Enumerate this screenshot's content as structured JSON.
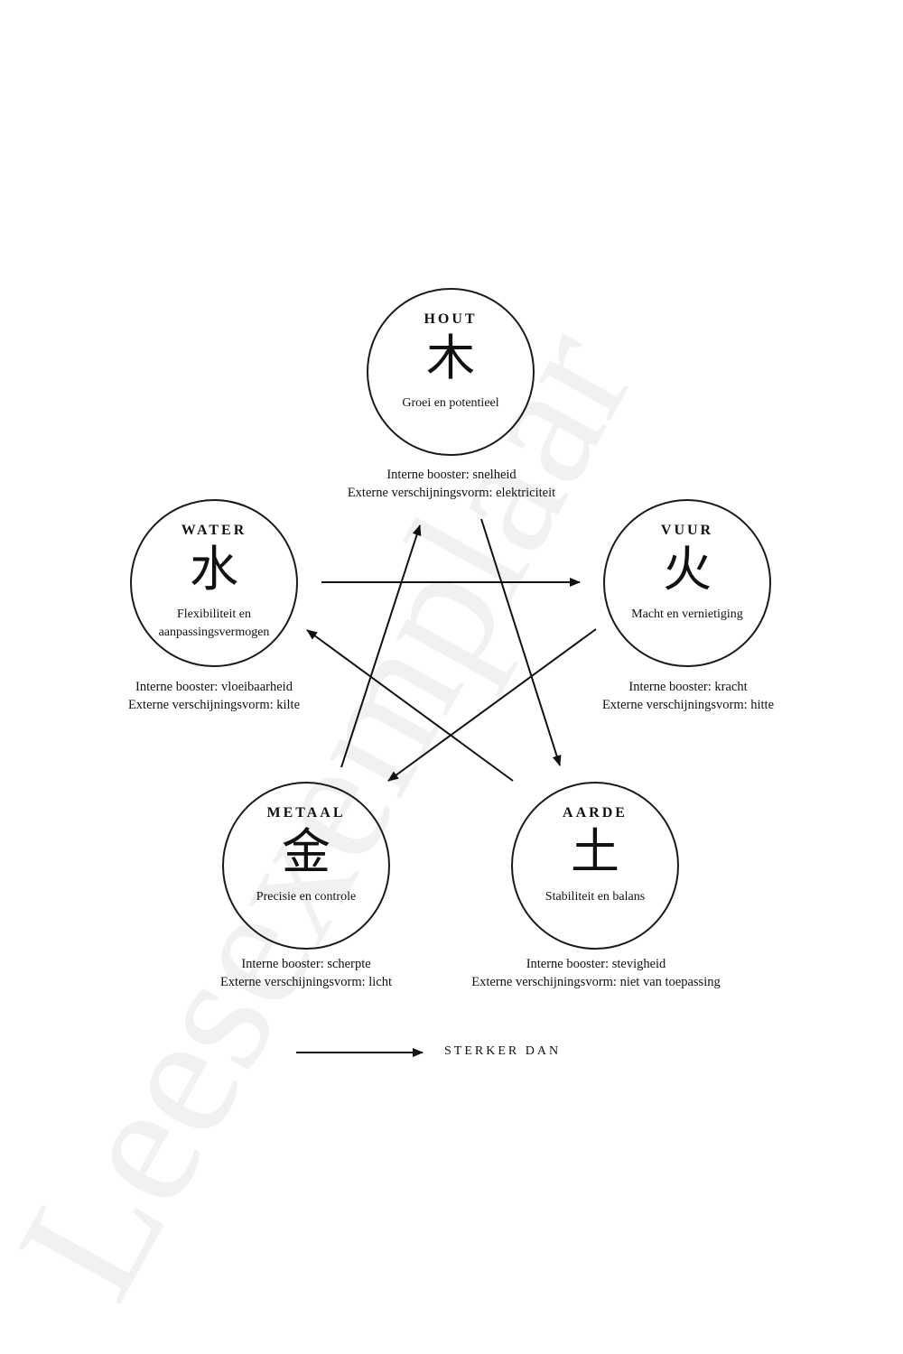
{
  "watermark": {
    "text": "Leesexemplaar"
  },
  "elements": [
    {
      "id": "hout",
      "title": "HOUT",
      "glyph": "木",
      "quality": "Groei en potentieel",
      "booster": "Interne booster: snelheid",
      "manifestation": "Externe verschijningsvorm: elektriciteit"
    },
    {
      "id": "vuur",
      "title": "VUUR",
      "glyph": "火",
      "quality": "Macht en vernietiging",
      "booster": "Interne booster: kracht",
      "manifestation": "Externe verschijningsvorm: hitte"
    },
    {
      "id": "aarde",
      "title": "AARDE",
      "glyph": "土",
      "quality": "Stabiliteit en balans",
      "booster": "Interne booster: stevigheid",
      "manifestation": "Externe verschijningsvorm: niet van toepassing"
    },
    {
      "id": "metaal",
      "title": "METAAL",
      "glyph": "金",
      "quality": "Precisie en controle",
      "booster": "Interne booster: scherpte",
      "manifestation": "Externe verschijningsvorm: licht"
    },
    {
      "id": "water",
      "title": "WATER",
      "glyph": "水",
      "quality": "Flexibiliteit en aanpassingsvermogen",
      "booster": "Interne booster: vloeibaarheid",
      "manifestation": "Externe verschijningsvorm: kilte"
    }
  ],
  "relations": [
    {
      "from": "hout",
      "to": "aarde"
    },
    {
      "from": "aarde",
      "to": "water"
    },
    {
      "from": "water",
      "to": "vuur"
    },
    {
      "from": "vuur",
      "to": "metaal"
    },
    {
      "from": "metaal",
      "to": "hout"
    }
  ],
  "legend": {
    "label": "STERKER DAN"
  }
}
